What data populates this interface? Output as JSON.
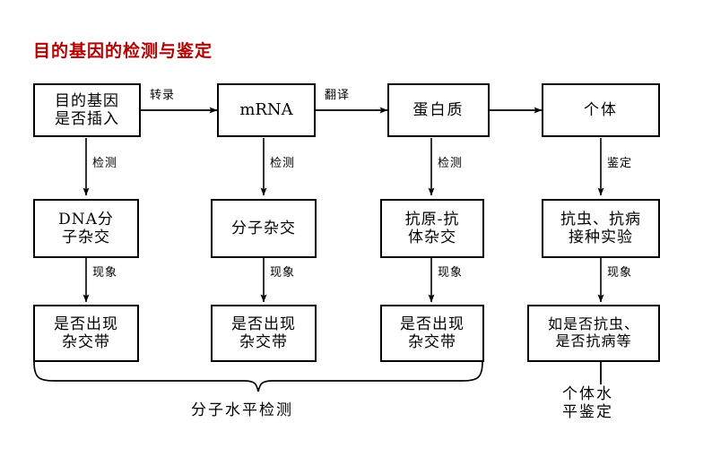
{
  "title": "目的基因的检测与鉴定",
  "theme": {
    "title_color": "#b30000",
    "line_color": "#000000",
    "background": "#ffffff"
  },
  "row1": {
    "boxes": [
      {
        "name": "target-gene",
        "lines": [
          "目的基因",
          "是否插入"
        ]
      },
      {
        "name": "mrna",
        "lines": [
          "mRNA"
        ]
      },
      {
        "name": "protein",
        "lines": [
          "蛋白质"
        ]
      },
      {
        "name": "individual",
        "lines": [
          "个体"
        ]
      }
    ],
    "arrows": [
      {
        "name": "transcription",
        "label": "转录"
      },
      {
        "name": "translation",
        "label": "翻译"
      },
      {
        "name": "expression",
        "label": ""
      }
    ]
  },
  "row1_to_row2_arrows": [
    {
      "name": "detect-1",
      "label": "检测"
    },
    {
      "name": "detect-2",
      "label": "检测"
    },
    {
      "name": "detect-3",
      "label": "检测"
    },
    {
      "name": "identify-4",
      "label": "鉴定"
    }
  ],
  "row2": {
    "boxes": [
      {
        "name": "dna-molecular-hybridization",
        "lines": [
          "DNA分",
          "子杂交"
        ]
      },
      {
        "name": "molecular-hybridization",
        "lines": [
          "分子杂交"
        ]
      },
      {
        "name": "antigen-antibody-hybridization",
        "lines": [
          "抗原-抗",
          "体杂交"
        ]
      },
      {
        "name": "pest-disease-inoculation-test",
        "lines": [
          "抗虫、抗病",
          "接种实验"
        ]
      }
    ]
  },
  "row2_to_row3_arrows": [
    {
      "name": "phenomenon-1",
      "label": "现象"
    },
    {
      "name": "phenomenon-2",
      "label": "现象"
    },
    {
      "name": "phenomenon-3",
      "label": "现象"
    },
    {
      "name": "phenomenon-4",
      "label": "现象"
    }
  ],
  "row3": {
    "boxes": [
      {
        "name": "hybridization-band-1",
        "lines": [
          "是否出现",
          "杂交带"
        ]
      },
      {
        "name": "hybridization-band-2",
        "lines": [
          "是否出现",
          "杂交带"
        ]
      },
      {
        "name": "hybridization-band-3",
        "lines": [
          "是否出现",
          "杂交带"
        ]
      },
      {
        "name": "pest-disease-resistance",
        "lines": [
          "如是否抗虫、",
          "是否抗病等"
        ]
      }
    ]
  },
  "summaries": {
    "molecular": {
      "name": "molecular-level-detection",
      "label": "分子水平检测"
    },
    "individual": {
      "name": "individual-level-identification",
      "lines": [
        "个体水",
        "平鉴定"
      ]
    }
  }
}
